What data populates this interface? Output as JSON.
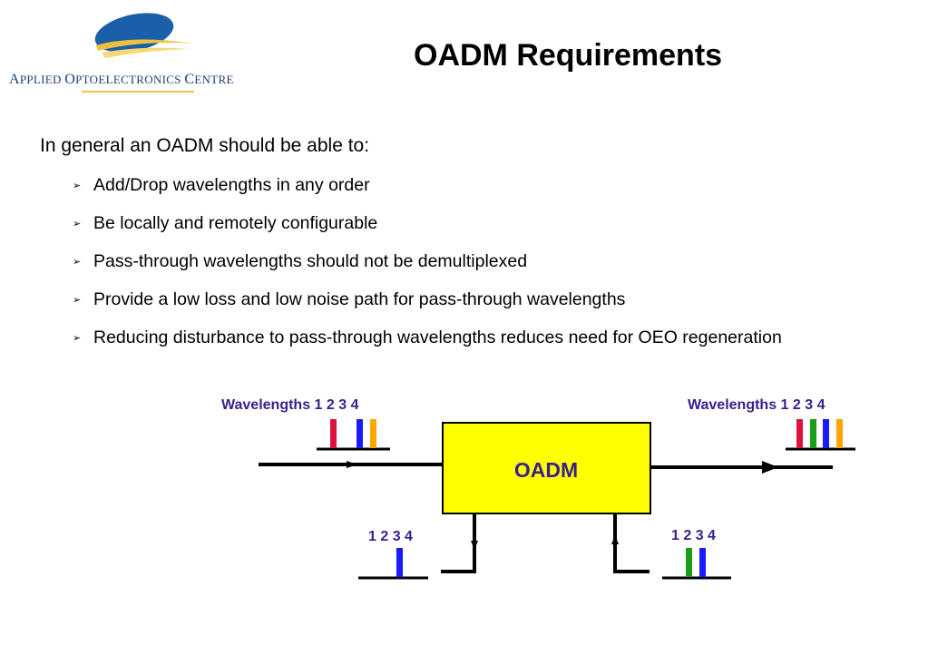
{
  "header": {
    "logo_text_lead_1": "A",
    "logo_text_rest_1": "PPLIED ",
    "logo_text_lead_2": "O",
    "logo_text_rest_2": "PTOELECTRONICS ",
    "logo_text_lead_3": "C",
    "logo_text_rest_3": "ENTRE",
    "title": "OADM Requirements"
  },
  "content": {
    "intro": "In general an OADM should be able to:",
    "bullets": [
      "Add/Drop wavelengths in any order",
      "Be locally and remotely configurable",
      "Pass-through wavelengths should not be demultiplexed",
      "Provide a low loss and low noise path for pass-through wavelengths",
      "Reducing disturbance to pass-through wavelengths reduces need for OEO regeneration"
    ]
  },
  "diagram": {
    "box_label": "OADM",
    "input_label": "Wavelengths 1 2 3 4",
    "output_label": "Wavelengths 1 2 3 4",
    "drop_label": "1 2 3 4",
    "add_label": "1 2 3 4",
    "colors": {
      "box_fill": "#ffff00",
      "label": "#3a1f8c",
      "wl1": "#dc143c",
      "wl2": "#1a9e1a",
      "wl3": "#1a1aff",
      "wl4": "#ffa500"
    }
  }
}
